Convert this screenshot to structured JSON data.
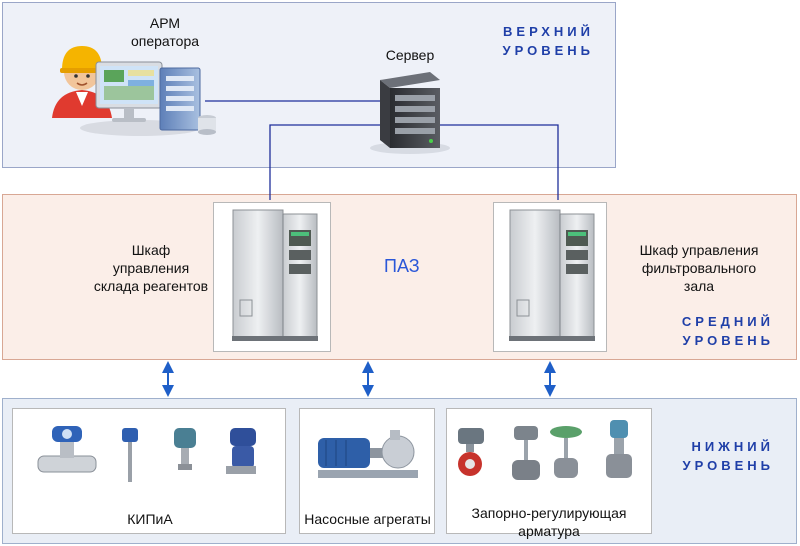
{
  "levels": {
    "top": [
      "ВЕРХНИЙ",
      "УРОВЕНЬ"
    ],
    "middle": [
      "СРЕДНИЙ",
      "УРОВЕНЬ"
    ],
    "bottom": [
      "НИЖНИЙ",
      "УРОВЕНЬ"
    ]
  },
  "top": {
    "operator_label": [
      "АРМ",
      "оператора"
    ],
    "server_label": "Сервер"
  },
  "middle": {
    "left_cabinet_label": [
      "Шкаф",
      "управления",
      "склада реагентов"
    ],
    "center_label": "ПАЗ",
    "right_cabinet_label": [
      "Шкаф управления",
      "фильтровального",
      "зала"
    ]
  },
  "bottom": {
    "instruments_label": "КИПиА",
    "pumps_label": "Насосные агрегаты",
    "valves_label": [
      "Запорно-регулирующая",
      "арматура"
    ]
  },
  "colors": {
    "level_text": "#1f3fa8",
    "paz_text": "#2a57d8",
    "link_line": "#1f2f9a",
    "arrow": "#1f5fc8"
  }
}
